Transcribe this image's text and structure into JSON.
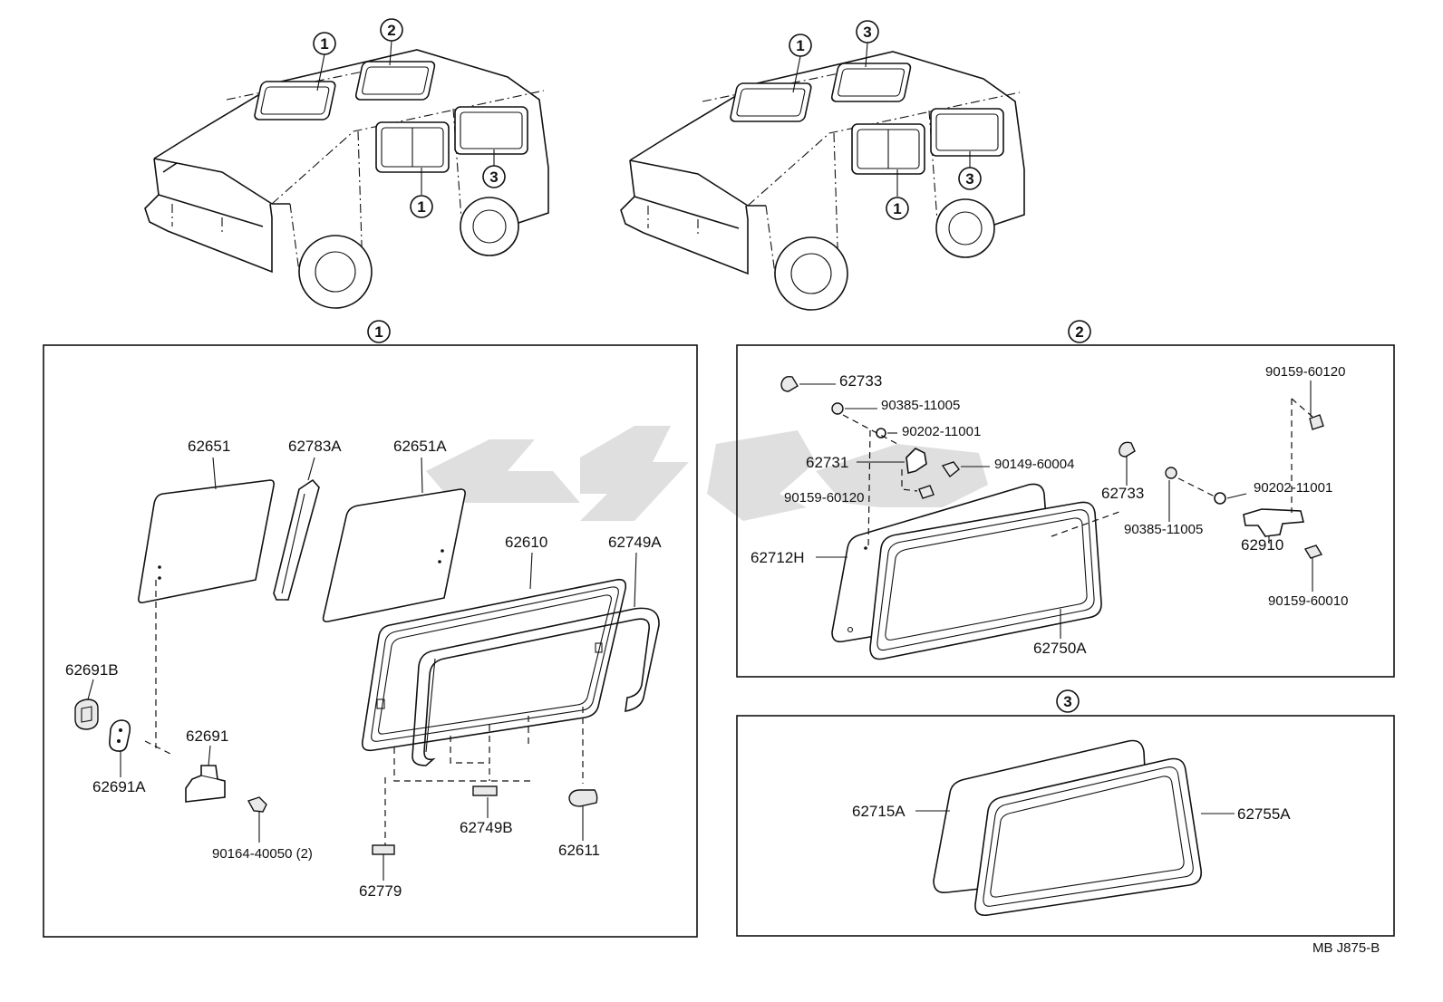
{
  "illustrations": {
    "van_left": {
      "callouts": [
        {
          "id": "roof_front",
          "label": "1"
        },
        {
          "id": "roof_rear",
          "label": "2"
        },
        {
          "id": "side_rear",
          "label": "3"
        },
        {
          "id": "side_door",
          "label": "1"
        }
      ]
    },
    "van_right": {
      "callouts": [
        {
          "id": "roof_front",
          "label": "1"
        },
        {
          "id": "roof_rear",
          "label": "3"
        },
        {
          "id": "side_rear",
          "label": "3"
        },
        {
          "id": "side_door",
          "label": "1"
        }
      ]
    }
  },
  "panels": {
    "panel1": {
      "number": "1",
      "parts": {
        "p62651": "62651",
        "p62783A": "62783A",
        "p62651A": "62651A",
        "p62610": "62610",
        "p62749A": "62749A",
        "p62691B": "62691B",
        "p62691": "62691",
        "p62691A": "62691A",
        "p90164": "90164-40050 (2)",
        "p62749B": "62749B",
        "p62611": "62611",
        "p62779": "62779"
      }
    },
    "panel2": {
      "number": "2",
      "parts": {
        "p62733a": "62733",
        "p90385a": "90385-11005",
        "p90202a": "90202-11001",
        "p62731": "62731",
        "p90149": "90149-60004",
        "p90159a": "90159-60120",
        "p62712H": "62712H",
        "p62750A": "62750A",
        "p62733b": "62733",
        "p90385b": "90385-11005",
        "p90202b": "90202-11001",
        "p62910": "62910",
        "p90159b": "90159-60120",
        "p90159c": "90159-60010"
      }
    },
    "panel3": {
      "number": "3",
      "parts": {
        "p62715A": "62715A",
        "p62755A": "62755A"
      }
    }
  },
  "footer": {
    "code": "MB  J875-B"
  }
}
